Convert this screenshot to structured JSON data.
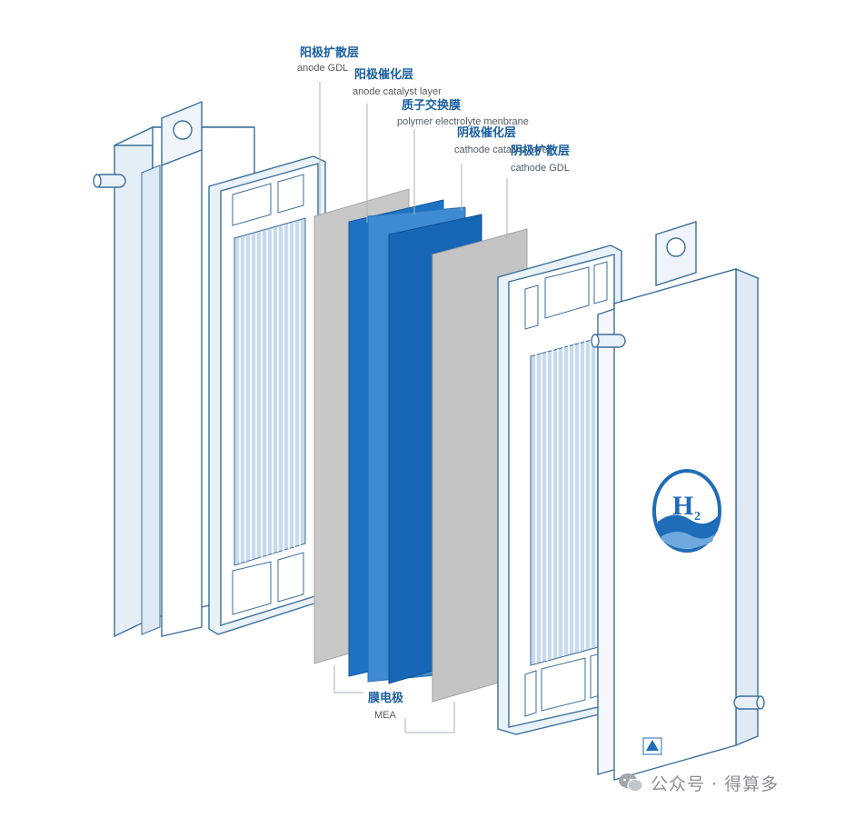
{
  "labels": {
    "anode_gdl": {
      "cn": "阳极扩散层",
      "en": "anode GDL"
    },
    "anode_catalyst": {
      "cn": "阳极催化层",
      "en": "anode catalyst layer"
    },
    "membrane": {
      "cn": "质子交换膜",
      "en": "polymer electrolyte menbrane"
    },
    "cathode_catalyst": {
      "cn": "阴极催化层",
      "en": "cathode catalyst layer"
    },
    "cathode_gdl": {
      "cn": "阴极扩散层",
      "en": "cathode GDL"
    },
    "mea": {
      "cn": "膜电极",
      "en": "MEA"
    }
  },
  "h2_badge": {
    "symbol": "H",
    "subscript": "2"
  },
  "watermark": {
    "text": "公众号 · 得算多"
  },
  "colors": {
    "plate_face": "#ffffff",
    "plate_side": "#dfeaf5",
    "edge": "#3b6f9c",
    "flow_channel": "#b9d0e8",
    "gdl_gray": "#c9c9c9",
    "catalyst_blue": "#1c6fc0",
    "membrane_blue": "#1766b6",
    "label_blue": "#1b5fa0"
  }
}
